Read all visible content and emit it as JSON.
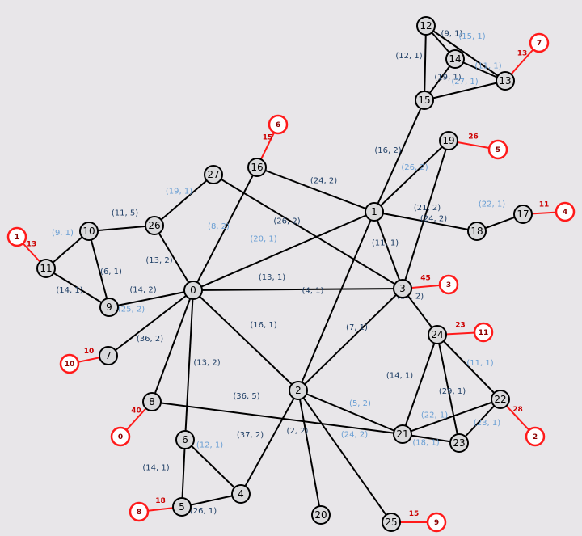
{
  "colors": {
    "background": "#e8e6e9",
    "edge": "#000000",
    "label_dark": "#1f3f66",
    "label_light": "#6a9fd4",
    "terminal": "#ff1a1a",
    "demand": "#cc0000"
  },
  "nodes": [
    {
      "id": "0"
    },
    {
      "id": "1"
    },
    {
      "id": "2"
    },
    {
      "id": "3"
    },
    {
      "id": "4"
    },
    {
      "id": "5"
    },
    {
      "id": "6"
    },
    {
      "id": "7"
    },
    {
      "id": "8"
    },
    {
      "id": "9"
    },
    {
      "id": "10"
    },
    {
      "id": "11"
    },
    {
      "id": "12"
    },
    {
      "id": "13"
    },
    {
      "id": "14"
    },
    {
      "id": "15"
    },
    {
      "id": "16"
    },
    {
      "id": "17"
    },
    {
      "id": "18"
    },
    {
      "id": "19"
    },
    {
      "id": "20"
    },
    {
      "id": "21"
    },
    {
      "id": "22"
    },
    {
      "id": "23"
    },
    {
      "id": "24"
    },
    {
      "id": "25"
    },
    {
      "id": "26"
    },
    {
      "id": "27"
    }
  ],
  "terminals": [
    {
      "id": "1",
      "attach": "11",
      "demand": "13"
    },
    {
      "id": "7",
      "attach": "13",
      "demand": "13"
    },
    {
      "id": "6",
      "attach": "16",
      "demand": "15"
    },
    {
      "id": "5",
      "attach": "19",
      "demand": "26"
    },
    {
      "id": "4",
      "attach": "17",
      "demand": "11"
    },
    {
      "id": "3",
      "attach": "3",
      "demand": "45"
    },
    {
      "id": "11",
      "attach": "24",
      "demand": "23"
    },
    {
      "id": "10",
      "attach": "7",
      "demand": "10"
    },
    {
      "id": "0",
      "attach": "8",
      "demand": "40"
    },
    {
      "id": "2",
      "attach": "22",
      "demand": "28"
    },
    {
      "id": "8",
      "attach": "5",
      "demand": "18"
    },
    {
      "id": "9",
      "attach": "25",
      "demand": "15"
    }
  ],
  "edges": [
    {
      "a": "12",
      "b": "14",
      "label": "(9, 1)",
      "style": "dark"
    },
    {
      "a": "12",
      "b": "15",
      "label": "(12, 1)",
      "style": "dark"
    },
    {
      "a": "12",
      "b": "13",
      "label": "(15, 1)",
      "style": "light"
    },
    {
      "a": "14",
      "b": "13",
      "label": "(11, 1)",
      "style": "light"
    },
    {
      "a": "14",
      "b": "15",
      "label": "(19, 1)",
      "style": "dark"
    },
    {
      "a": "15",
      "b": "13",
      "label": "(27, 1)",
      "style": "light"
    },
    {
      "a": "15",
      "b": "1",
      "label": "(16, 2)",
      "style": "dark"
    },
    {
      "a": "19",
      "b": "1",
      "label": "(26, 2)",
      "style": "light"
    },
    {
      "a": "19",
      "b": "3",
      "label": "(24, 2)",
      "style": "dark"
    },
    {
      "a": "16",
      "b": "1",
      "label": "(24, 2)",
      "style": "dark"
    },
    {
      "a": "16",
      "b": "0",
      "label": "(8, 2)",
      "style": "light"
    },
    {
      "a": "27",
      "b": "3",
      "label": "(26, 2)",
      "style": "dark"
    },
    {
      "a": "27",
      "b": "26",
      "label": "(19, 1)",
      "style": "light"
    },
    {
      "a": "1",
      "b": "18",
      "label": "(21, 2)",
      "style": "dark"
    },
    {
      "a": "18",
      "b": "17",
      "label": "(22, 1)",
      "style": "light"
    },
    {
      "a": "1",
      "b": "3",
      "label": "(11, 1)",
      "style": "dark"
    },
    {
      "a": "1",
      "b": "0",
      "label": "(20, 1)",
      "style": "light"
    },
    {
      "a": "1",
      "b": "2",
      "label": "(4, 1)",
      "style": "dark"
    },
    {
      "a": "10",
      "b": "26",
      "label": "(11, 5)",
      "style": "dark"
    },
    {
      "a": "10",
      "b": "11",
      "label": "(9, 1)",
      "style": "light"
    },
    {
      "a": "10",
      "b": "9",
      "label": "(6, 1)",
      "style": "dark"
    },
    {
      "a": "11",
      "b": "9",
      "label": "(14, 1)",
      "style": "dark"
    },
    {
      "a": "26",
      "b": "0",
      "label": "(13, 2)",
      "style": "dark"
    },
    {
      "a": "9",
      "b": "0",
      "label": "(14, 2)",
      "style": "dark"
    },
    {
      "a": "0",
      "b": "3",
      "label": "(13, 1)",
      "style": "dark"
    },
    {
      "a": "0",
      "b": "2",
      "label": "(16, 1)",
      "style": "dark"
    },
    {
      "a": "0",
      "b": "7",
      "label": "(25, 2)",
      "style": "light"
    },
    {
      "a": "0",
      "b": "8",
      "label": "(36, 2)",
      "style": "dark"
    },
    {
      "a": "0",
      "b": "6",
      "label": "(13, 2)",
      "style": "dark"
    },
    {
      "a": "3",
      "b": "2",
      "label": "(7, 1)",
      "style": "dark"
    },
    {
      "a": "3",
      "b": "24",
      "label": "(17, 2)",
      "style": "dark"
    },
    {
      "a": "8",
      "b": "21",
      "label": "(36, 5)",
      "style": "dark"
    },
    {
      "a": "2",
      "b": "21",
      "label": "(5, 2)",
      "style": "light"
    },
    {
      "a": "2",
      "b": "4",
      "label": "(37, 2)",
      "style": "dark"
    },
    {
      "a": "2",
      "b": "20",
      "label": "(2, 2)",
      "style": "dark"
    },
    {
      "a": "2",
      "b": "25",
      "label": "(24, 2)",
      "style": "light"
    },
    {
      "a": "24",
      "b": "21",
      "label": "(14, 1)",
      "style": "dark"
    },
    {
      "a": "24",
      "b": "23",
      "label": "(29, 1)",
      "style": "dark"
    },
    {
      "a": "24",
      "b": "22",
      "label": "(11, 1)",
      "style": "light"
    },
    {
      "a": "21",
      "b": "22",
      "label": "(22, 1)",
      "style": "light"
    },
    {
      "a": "21",
      "b": "23",
      "label": "(18, 1)",
      "style": "light"
    },
    {
      "a": "22",
      "b": "23",
      "label": "(23, 1)",
      "style": "light"
    },
    {
      "a": "6",
      "b": "5",
      "label": "(14, 1)",
      "style": "dark"
    },
    {
      "a": "6",
      "b": "4",
      "label": "(12, 1)",
      "style": "light"
    },
    {
      "a": "5",
      "b": "4",
      "label": "(26, 1)",
      "style": "dark"
    }
  ]
}
